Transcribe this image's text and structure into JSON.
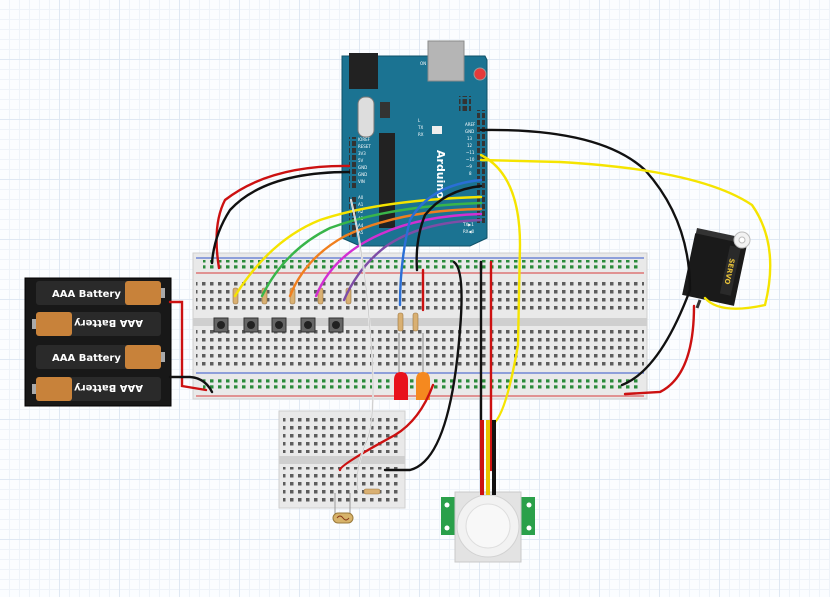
{
  "battery_pack": {
    "cells": [
      {
        "label": "AAA Battery",
        "flipped": false
      },
      {
        "label": "AAA Battery",
        "flipped": true
      },
      {
        "label": "AAA Battery",
        "flipped": false
      },
      {
        "label": "AAA Battery",
        "flipped": true
      }
    ]
  },
  "arduino": {
    "brand": "Arduino",
    "power_pins": [
      "IOREF",
      "RESET",
      "3V3",
      "5V",
      "GND",
      "GND",
      "VIN"
    ],
    "analog_pins": [
      "A0",
      "A1",
      "A2",
      "A3",
      "A4",
      "A5"
    ],
    "digital_pins": [
      "AREF",
      "GND",
      "13",
      "12",
      "~11",
      "~10",
      "~9",
      "8"
    ],
    "led_labels": [
      "L",
      "TX",
      "RX",
      "ON"
    ],
    "tx_rx": [
      "TX▶1",
      "RX◀0"
    ]
  },
  "servo": {
    "label": "SERVO"
  },
  "colors": {
    "arduino_board": "#1b7392",
    "breadboard": "#e6e6e6",
    "wire_red": "#cc1111",
    "wire_black": "#111111",
    "wire_yellow": "#f5e400",
    "wire_green": "#39b54a",
    "wire_orange": "#f07f1e",
    "wire_magenta": "#d22fd2",
    "wire_purple": "#7e4da6",
    "wire_blue": "#2a6fd6",
    "led_red": "#e8111c",
    "led_orange": "#f5891f"
  }
}
